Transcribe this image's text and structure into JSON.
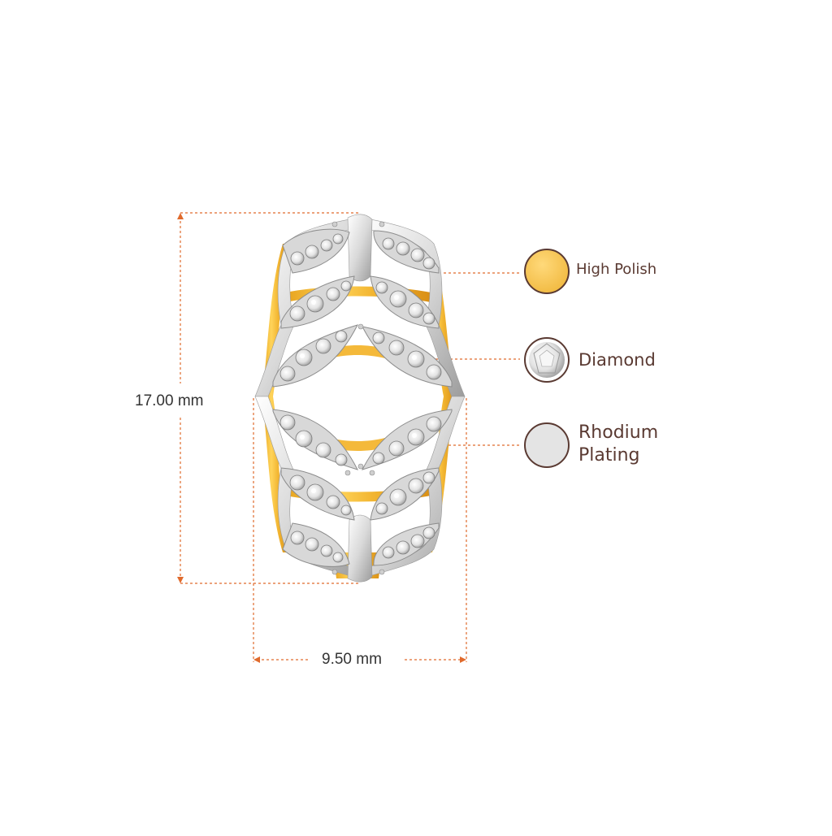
{
  "dimensions": {
    "height_label": "17.00 mm",
    "width_label": "9.50 mm"
  },
  "legend": [
    {
      "label": "High Polish",
      "swatch": "high-polish"
    },
    {
      "label": "Diamond",
      "swatch": "diamond"
    },
    {
      "label": "Rhodium Plating",
      "swatch": "rhodium"
    }
  ],
  "colors": {
    "dimension_line": "#e06a2c",
    "swatch_border": "#5a3a32",
    "gold": "#f3c24a",
    "rhodium": "#e2e2e2"
  }
}
